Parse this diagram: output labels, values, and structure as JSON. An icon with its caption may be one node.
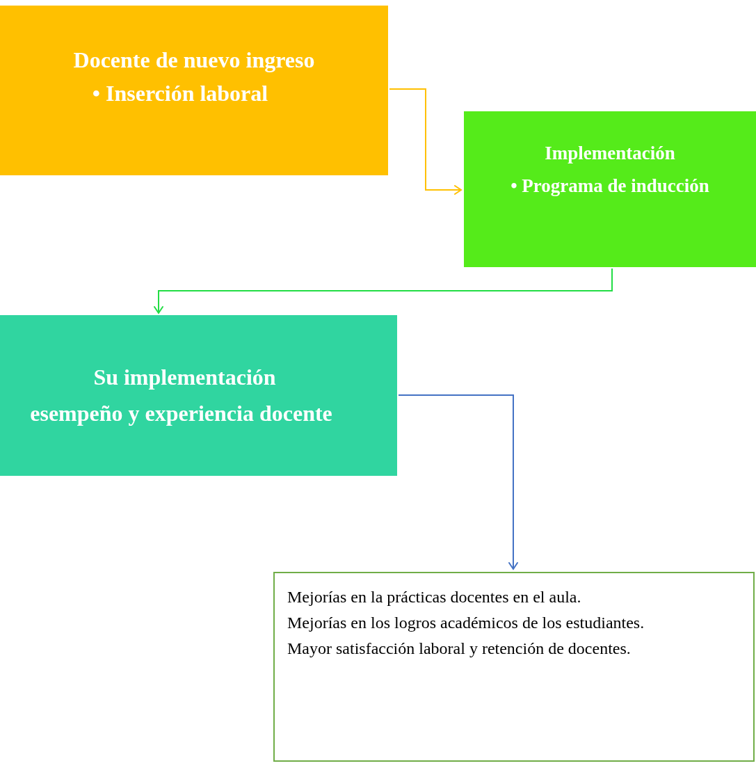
{
  "diagram": {
    "nodes": [
      {
        "text": [
          "Docente de nuevo ingreso",
          "• Inserción laboral"
        ]
      },
      {
        "text": [
          "Implementación",
          "• Programa de inducción"
        ]
      },
      {
        "text": [
          "Su implementación",
          "esempeño y experiencia docente"
        ]
      },
      {
        "text": [
          "Mejorías en la prácticas docentes en el aula.",
          "Mejorías en los logros académicos de los estudiantes.",
          "Mayor satisfacción laboral y retención de docentes."
        ]
      }
    ],
    "edges": [
      {
        "from": 0,
        "to": 1,
        "arrow": "to",
        "color": "#ffc000"
      },
      {
        "from": 1,
        "to": 2,
        "arrow": "to",
        "color": "#22dd44"
      },
      {
        "from": 2,
        "to": 3,
        "arrow": "to",
        "color": "#4472c4"
      }
    ]
  }
}
